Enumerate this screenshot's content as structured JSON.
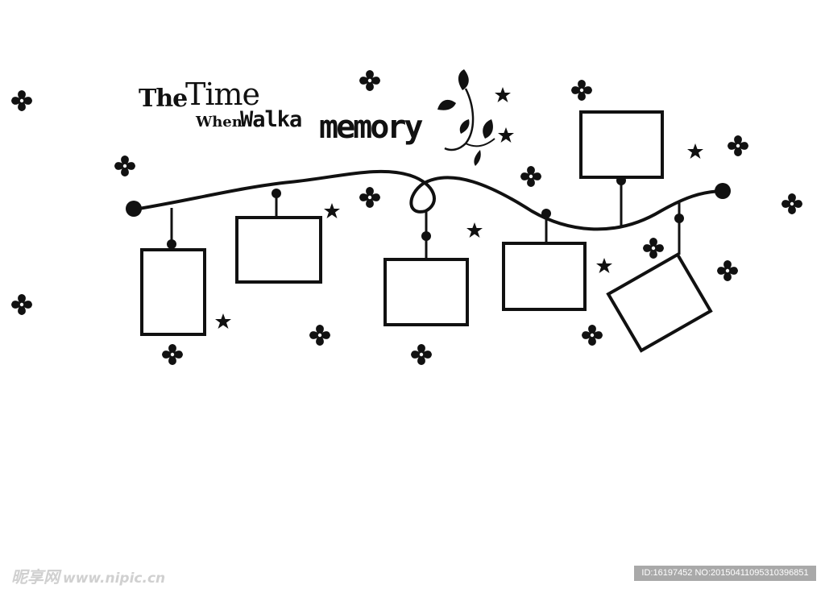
{
  "title": {
    "line1_a": "The",
    "line1_b": "Time",
    "line2_a": "When",
    "line2_b": "Walka",
    "line2_c": "memory"
  },
  "frames_count": 6,
  "colors": {
    "ink": "#111111",
    "background": "#ffffff",
    "watermark_bar": "#a9a9a9"
  },
  "watermark": {
    "left_brand": "昵享网",
    "left_url": "www.nipic.cn",
    "right_id": "ID:16197452 NO:20150411095310396851"
  },
  "decorations": {
    "flower_icon": "four-petal-flower-icon",
    "star_icon": "star-icon",
    "vine_icon": "leaf-vine-icon"
  }
}
